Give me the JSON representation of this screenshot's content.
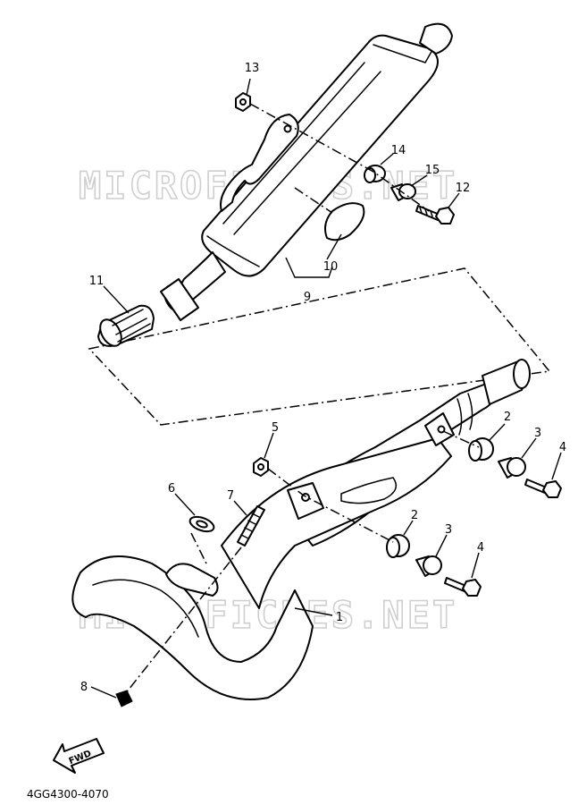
{
  "watermark_text": "MICROFICHES.NET",
  "callouts": {
    "c1": "1",
    "c2a": "2",
    "c2b": "2",
    "c3a": "3",
    "c3b": "3",
    "c4a": "4",
    "c4b": "4",
    "c5": "5",
    "c6": "6",
    "c7": "7",
    "c8": "8",
    "c9": "9",
    "c10": "10",
    "c11": "11",
    "c12": "12",
    "c13": "13",
    "c14": "14",
    "c15": "15"
  },
  "direction_arrow_label": "FWD",
  "diagram_code": "4GG4300-4070",
  "colors": {
    "line": "#000000",
    "background": "#ffffff",
    "watermark": "#cfcfcf"
  }
}
